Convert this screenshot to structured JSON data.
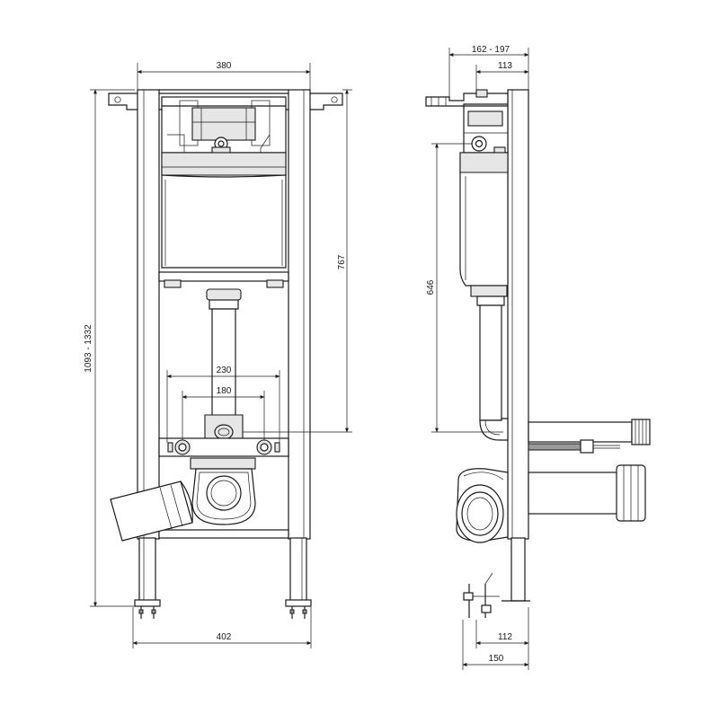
{
  "front_view": {
    "dimensions": {
      "frame_width_top": "380",
      "frame_width_bottom": "402",
      "total_height": "1093 - 1332",
      "outlet_height": "767",
      "bolt_spacing_outer": "230",
      "bolt_spacing_inner": "180"
    }
  },
  "side_view": {
    "dimensions": {
      "depth_range": "162 - 197",
      "cistern_depth": "113",
      "cistern_height": "646",
      "foot_depth": "112",
      "foot_total_depth": "150"
    }
  }
}
